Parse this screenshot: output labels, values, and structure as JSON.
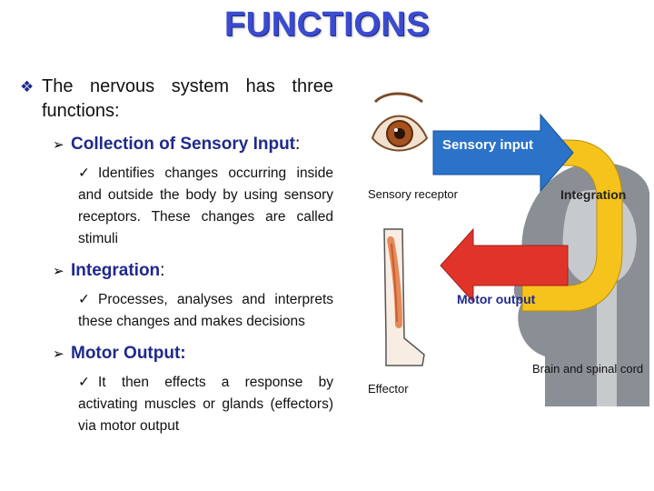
{
  "title": "FUNCTIONS",
  "intro": {
    "text_line1": "The nervous system has three",
    "text_line2": "functions:"
  },
  "items": [
    {
      "heading": "Collection of Sensory Input",
      "colon": ":",
      "description": "Identifies changes occurring inside and outside the body by using sensory receptors. These changes are called stimuli"
    },
    {
      "heading": "Integration",
      "colon": ":",
      "description": "Processes, analyses and interprets these changes and makes decisions"
    },
    {
      "heading": "Motor Output:",
      "colon": "",
      "description": "It then effects a response by activating muscles or glands (effectors) via motor output"
    }
  ],
  "diagram": {
    "labels": {
      "sensory_input": "Sensory input",
      "sensory_receptor": "Sensory receptor",
      "integration": "Integration",
      "motor_output": "Motor output",
      "brain_spinal": "Brain and spinal cord",
      "effector": "Effector"
    },
    "colors": {
      "blue_arrow": "#2a73c9",
      "red_arrow": "#e0342a",
      "yellow_loop": "#f6c21c",
      "head_gray": "#8a8f96",
      "title": "#3b4bd0"
    },
    "icons": [
      "eye-icon",
      "leg-icon",
      "head-silhouette-icon"
    ]
  }
}
